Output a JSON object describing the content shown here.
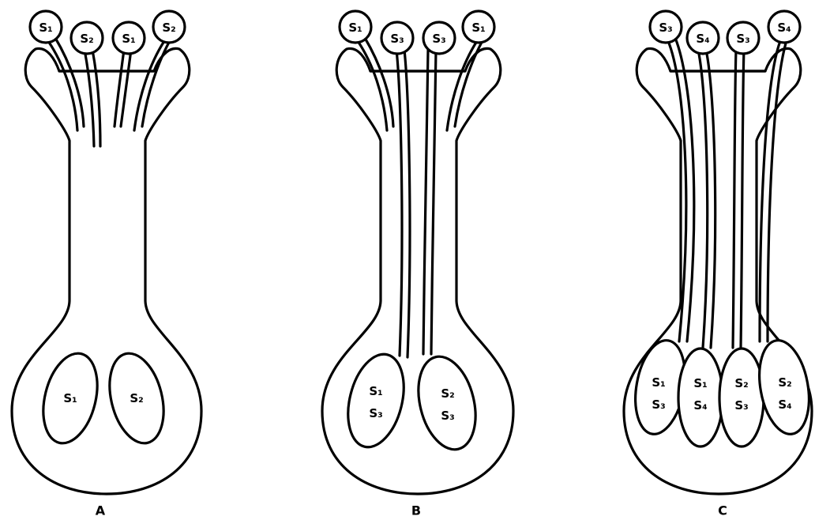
{
  "panels": [
    {
      "label": "A",
      "pollen": [
        "S₁",
        "S₂",
        "S₁",
        "S₂"
      ],
      "ovules": [
        [
          "S₁"
        ],
        [
          "S₂"
        ]
      ]
    },
    {
      "label": "B",
      "pollen": [
        "S₁",
        "S₃",
        "S₃",
        "S₁"
      ],
      "ovules": [
        [
          "S₁",
          "S₃"
        ],
        [
          "S₂",
          "S₃"
        ]
      ]
    },
    {
      "label": "C",
      "pollen": [
        "S₃",
        "S₄",
        "S₃",
        "S₄"
      ],
      "ovules": [
        [
          "S₁",
          "S₃"
        ],
        [
          "S₁",
          "S₄"
        ],
        [
          "S₂",
          "S₃"
        ],
        [
          "S₂",
          "S₄"
        ]
      ]
    }
  ]
}
